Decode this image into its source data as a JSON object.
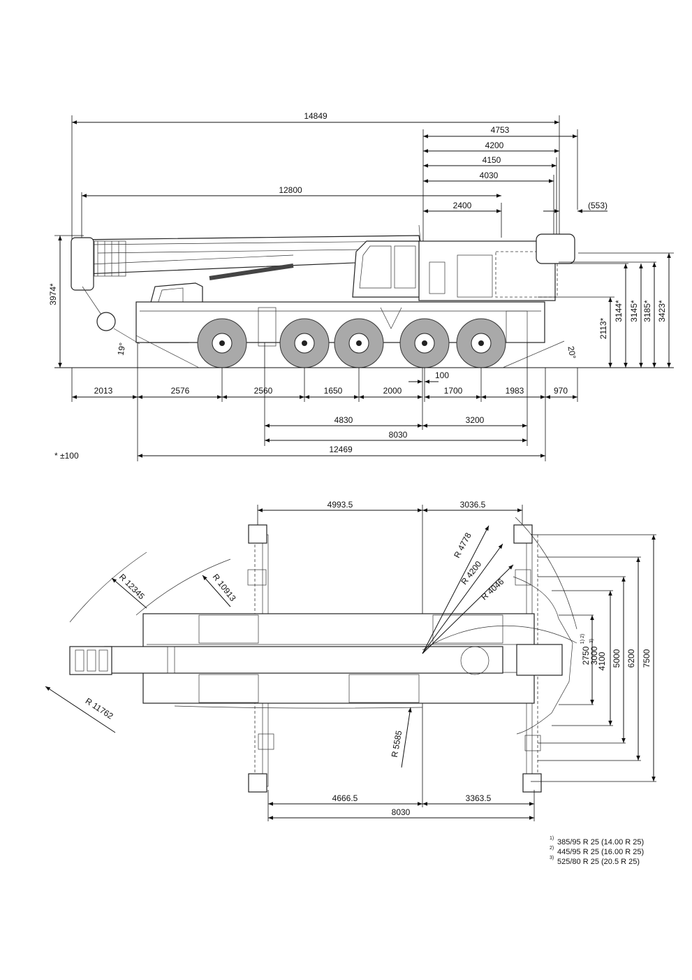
{
  "side_view": {
    "overall": [
      "14849",
      "4753",
      "4200",
      "4150",
      "4030",
      "12800",
      "2400",
      "(553)"
    ],
    "heights": [
      "3974*",
      "2113*",
      "3144*",
      "3145*",
      "3185*",
      "3423*"
    ],
    "angles": [
      "19°",
      "20°"
    ],
    "axles": [
      "2013",
      "2576",
      "2560",
      "1650",
      "2000",
      "1700",
      "1983",
      "970",
      "100"
    ],
    "lower": [
      "4830",
      "3200",
      "8030",
      "12469"
    ],
    "note": "* ±100"
  },
  "top_view": {
    "top_dims": [
      "4993.5",
      "3036.5"
    ],
    "radii": [
      "R 4778",
      "R 4200",
      "R 4046",
      "R 12345",
      "R 10913",
      "R 11762",
      "R 5585"
    ],
    "widths": [
      "2750",
      "1) 2)",
      "3000",
      "3)",
      "4100",
      "5000",
      "6200",
      "7500"
    ],
    "bottom_dims": [
      "4666.5",
      "3363.5",
      "8030"
    ]
  },
  "footnotes": [
    {
      "mark": "1)",
      "text": "385/95 R 25 (14.00 R 25)"
    },
    {
      "mark": "2)",
      "text": "445/95 R 25 (16.00 R 25)"
    },
    {
      "mark": "3)",
      "text": "525/80 R 25 (20.5 R 25)"
    }
  ]
}
